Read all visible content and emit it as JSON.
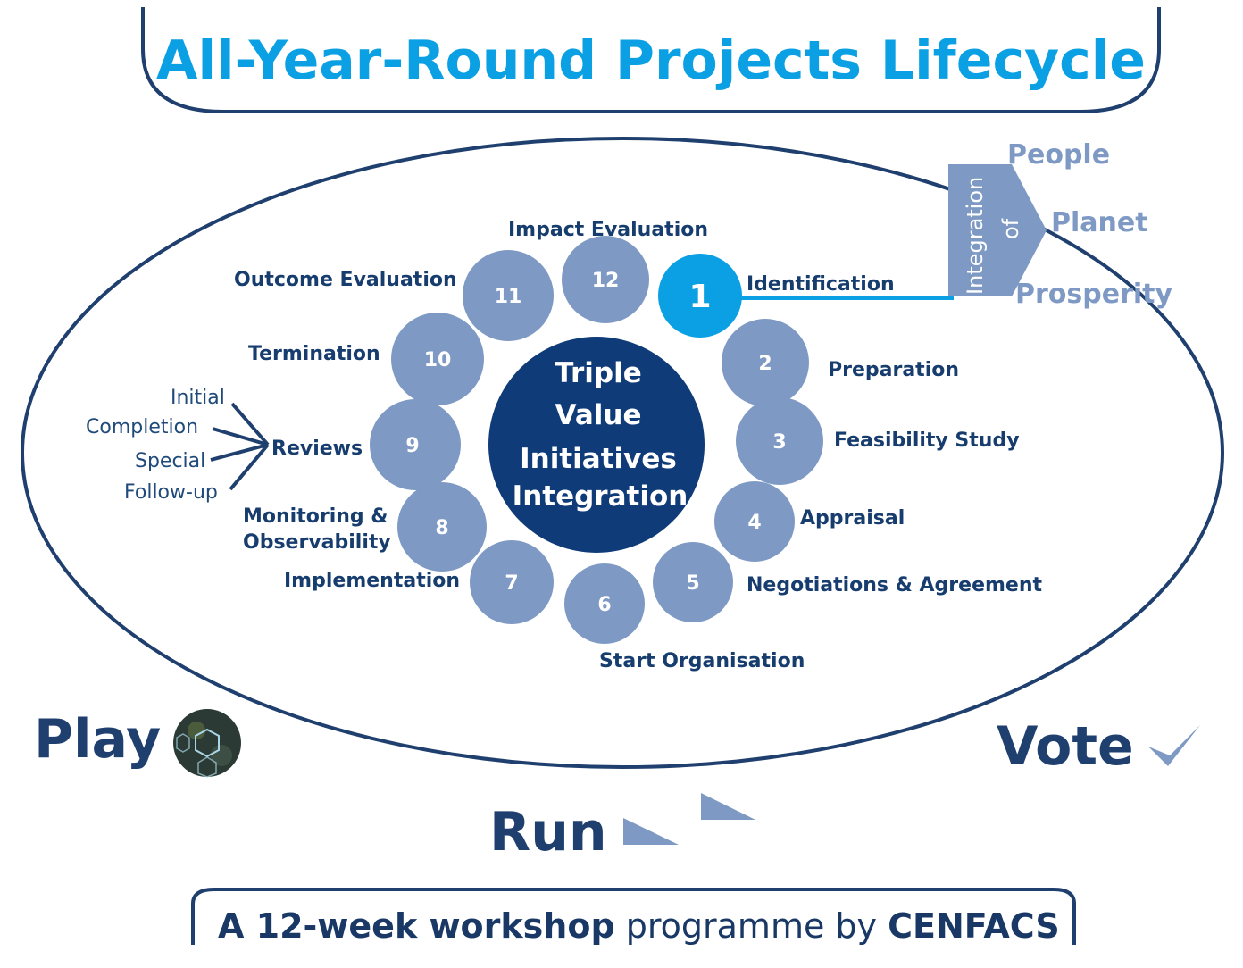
{
  "title": "All-Year-Round Projects Lifecycle",
  "center": {
    "line1": "Triple",
    "line2": "Value",
    "line3": "Initiatives",
    "line4": "Integration"
  },
  "stages": [
    {
      "number": "1",
      "label": "Identification"
    },
    {
      "number": "2",
      "label": "Preparation"
    },
    {
      "number": "3",
      "label": "Feasibility Study"
    },
    {
      "number": "4",
      "label": "Appraisal"
    },
    {
      "number": "5",
      "label": "Negotiations & Agreement"
    },
    {
      "number": "6",
      "label": "Start Organisation"
    },
    {
      "number": "7",
      "label": "Implementation"
    },
    {
      "number": "8",
      "label": "Monitoring &",
      "label2": "Observability"
    },
    {
      "number": "9",
      "label": "Reviews"
    },
    {
      "number": "10",
      "label": "Termination"
    },
    {
      "number": "11",
      "label": "Outcome Evaluation"
    },
    {
      "number": "12",
      "label": "Impact Evaluation"
    }
  ],
  "reviews": [
    "Initial",
    "Completion",
    "Special",
    "Follow-up"
  ],
  "integration": {
    "label1": "Integration",
    "label2": "of",
    "items": [
      "People",
      "Planet",
      "Prosperity"
    ]
  },
  "actions": {
    "play": "Play",
    "vote": "Vote",
    "run": "Run"
  },
  "footer": {
    "part1": "A 12-week workshop",
    "part2": " programme by ",
    "part3": "CENFACS"
  },
  "colors": {
    "title": "#0aa0e3",
    "circle": "#7e9ac4",
    "circle_highlight": "#0aa0e3",
    "center": "#0f3b78",
    "text": "#173d6e"
  }
}
